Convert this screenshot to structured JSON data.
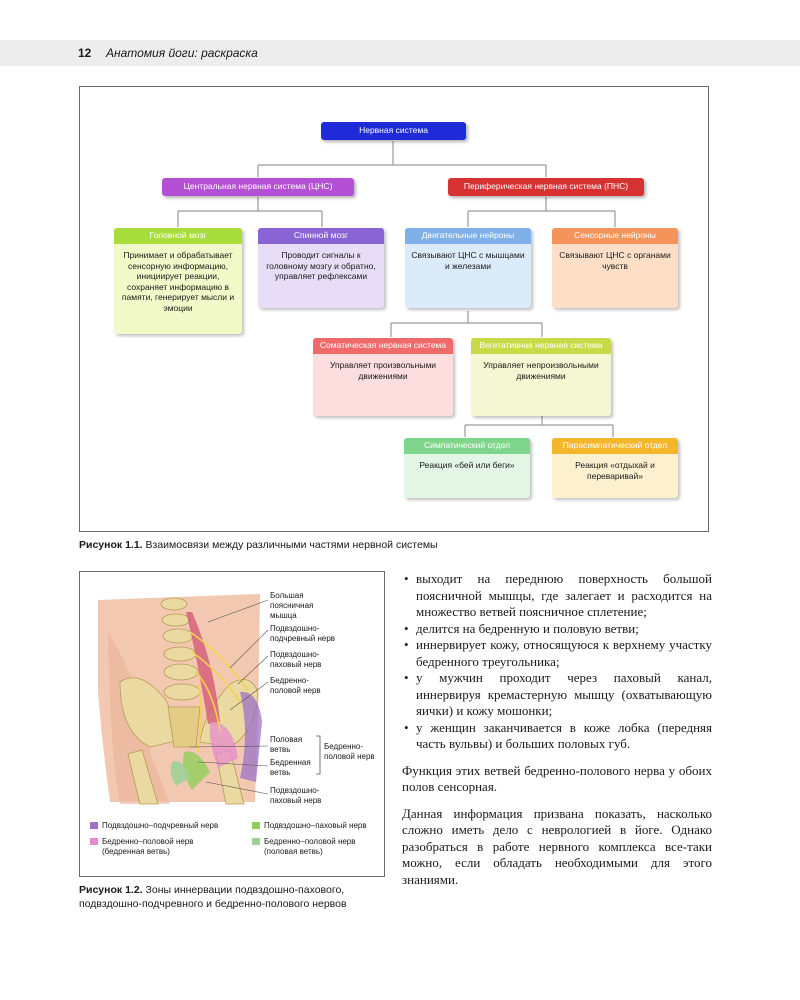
{
  "header": {
    "page_number": "12",
    "book_title": "Анатомия йоги: раскраска"
  },
  "figure1": {
    "root": "Нервная система",
    "cns": "Центральная нервная система (ЦНС)",
    "pns": "Периферическая нервная система (ПНС)",
    "brain": {
      "title": "Головной мозг",
      "body": "Принимает и обрабатывает сенсорную информацию, инициирует реакции, сохраняет информацию в памяти, генерирует мысли и эмоции"
    },
    "spinal": {
      "title": "Спинной мозг",
      "body": "Проводит сигналы к головному мозгу и обратно, управляет рефлексами"
    },
    "motor": {
      "title": "Двигательные нейроны",
      "body": "Связывают ЦНС с мышцами и железами"
    },
    "sensory": {
      "title": "Сенсорные нейроны",
      "body": "Связывают ЦНС с органами чувств"
    },
    "somatic": {
      "title": "Соматическая нервная система",
      "body": "Управляет произвольными движениями"
    },
    "autonomic": {
      "title": "Вегетативная нервная система",
      "body": "Управляет непроизвольными движениями"
    },
    "sympathetic": {
      "title": "Симпатический отдел",
      "body": "Реакция «бей или беги»"
    },
    "parasympathetic": {
      "title": "Парасимпатический отдел",
      "body": "Реакция «отдыхай и переваривай»"
    },
    "caption_label": "Рисунок 1.1.",
    "caption_text": "Взаимосвязи между различными частями нервной системы"
  },
  "figure2": {
    "labels": {
      "psoas": "Большая поясничная мышца",
      "iliohypogastric": "Подвздошно-подчревный нерв",
      "ilioinguinal": "Подвздошно-паховый нерв",
      "genitofemoral": "Бедренно-половой нерв",
      "genital_branch": "Половая ветвь",
      "femoral_branch": "Бедренная ветвь",
      "genitofemoral_nerve": "Бедренно-половой нерв",
      "ilioinguinal_bottom": "Подвздошно-паховый нерв"
    },
    "legend": [
      {
        "text": "Подвздошно–подчревный нерв",
        "color": "#9b72c7"
      },
      {
        "text": "Подвздошно–паховый нерв",
        "color": "#8fcf5a"
      },
      {
        "text": "Бедренно–половой нерв (бедренная ветвь)",
        "color": "#e88ad0"
      },
      {
        "text": "Бедренно–половой нерв (половая ветвь)",
        "color": "#9fcf9a"
      }
    ],
    "caption_label": "Рисунок 1.2.",
    "caption_text": "Зоны иннервации подвздошно-пахового, подвздошно-подчревного и бедренно-полового нервов"
  },
  "text": {
    "bullets": [
      "выходит на переднюю поверхность большой поясничной мышцы, где залегает и расходится на множество ветвей поясничное сплетение;",
      "делится на бедренную и половую ветви;",
      "иннервирует кожу, относящуюся к верхнему участку бедренного треугольника;",
      "у мужчин проходит через паховый канал, иннервируя кремастерную мышцу (охватывающую яички) и кожу мошонки;",
      "у женщин заканчивается в коже лобка (передняя часть вульвы) и больших половых губ."
    ],
    "para1": "Функция этих ветвей бедренно-полового нерва у обоих полов сенсорная.",
    "para2": "Данная информация призвана показать, насколько сложно иметь дело с неврологией в йоге. Однако разобраться в работе нервного комплекса все-таки можно, если обладать необходимыми для этого знаниями."
  },
  "colors": {
    "root": "#1f2ad8",
    "cns": "#b44fd6",
    "pns": "#d63232",
    "brain": "#a8dd3c",
    "brain_body": "#f2f9c8",
    "spinal": "#8a64d2",
    "spinal_body": "#e7ddf7",
    "motor": "#7fb1e8",
    "motor_body": "#dcebfa",
    "sensory": "#f5945a",
    "sensory_body": "#fddfc8",
    "somatic": "#f06a6a",
    "somatic_body": "#fcdede",
    "autonomic": "#c8da48",
    "autonomic_body": "#f4f7d2",
    "sympathetic": "#7fd58c",
    "sympathetic_body": "#e3f6e5",
    "parasympathetic": "#f5b72a",
    "parasympathetic_body": "#fdf0cf"
  }
}
